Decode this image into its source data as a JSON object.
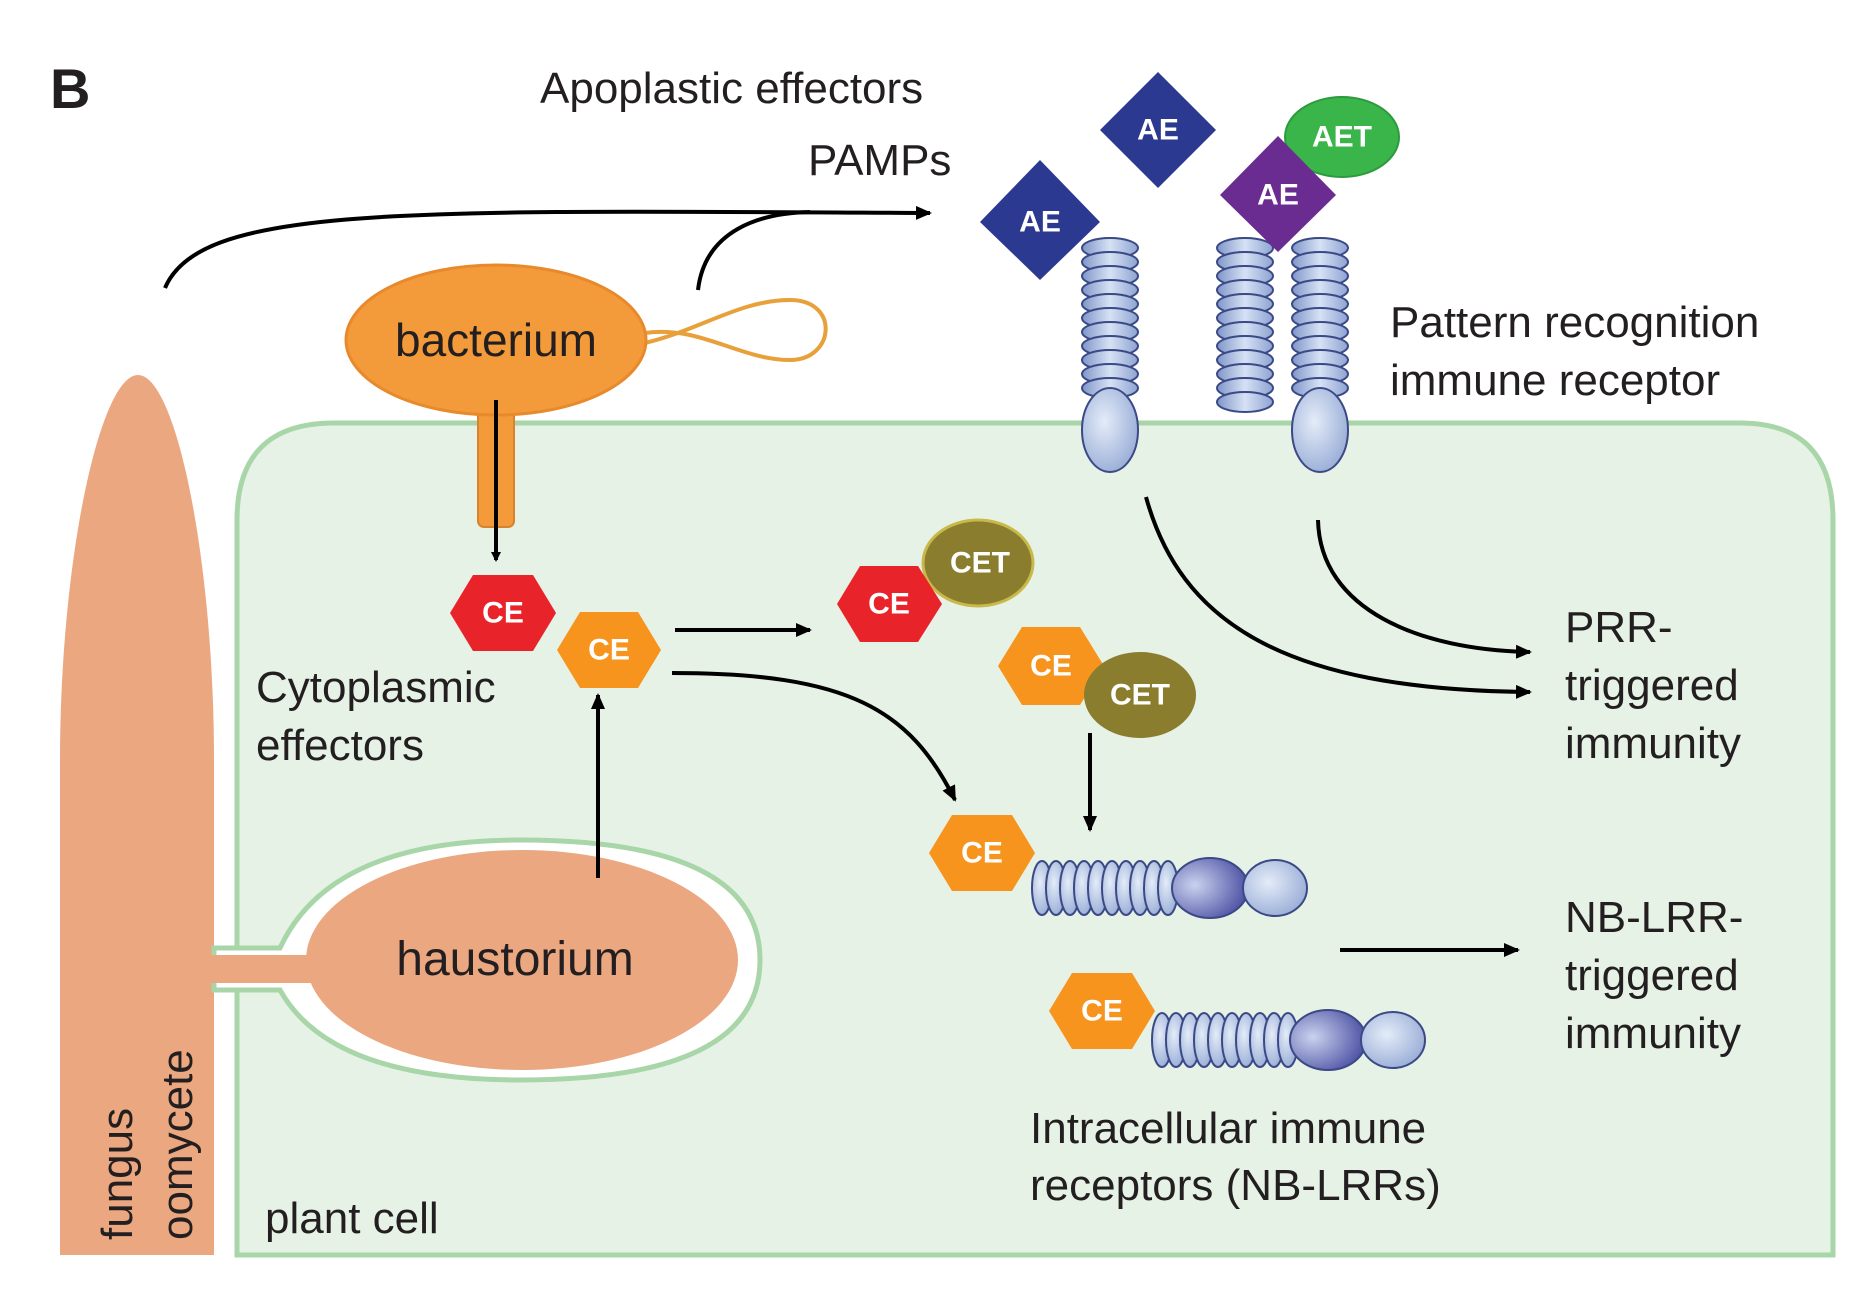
{
  "panel_letter": "B",
  "labels": {
    "apoplastic_effectors": "Apoplastic effectors",
    "pamps": "PAMPs",
    "bacterium": "bacterium",
    "pattern_recognition": [
      "Pattern recognition",
      "immune receptor"
    ],
    "cytoplasmic_effectors": [
      "Cytoplasmic",
      "effectors"
    ],
    "haustorium": "haustorium",
    "fungus_oomycete": [
      "fungus",
      "oomycete"
    ],
    "plant_cell": "plant cell",
    "prr_triggered": [
      "PRR-",
      "triggered",
      "immunity"
    ],
    "nblrr_triggered": [
      "NB-LRR-",
      "triggered",
      "immunity"
    ],
    "intracellular_receptors": [
      "Intracellular immune",
      "receptors (NB-LRRs)"
    ]
  },
  "tags": {
    "ae": "AE",
    "aet": "AET",
    "ce": "CE",
    "cet": "CET"
  },
  "colors": {
    "plant_cell_fill": "#e6f2e6",
    "plant_cell_border": "#a8d6a8",
    "pathogen": "#eba780",
    "bacterium": "#f39a3b",
    "ae_blue": "#2b3990",
    "ae_purple": "#6a2c91",
    "aet_green": "#3ab54a",
    "ce_red": "#e8232a",
    "ce_orange": "#f7941e",
    "cet_olive": "#8b7d2e",
    "receptor": "#a9bde0"
  }
}
